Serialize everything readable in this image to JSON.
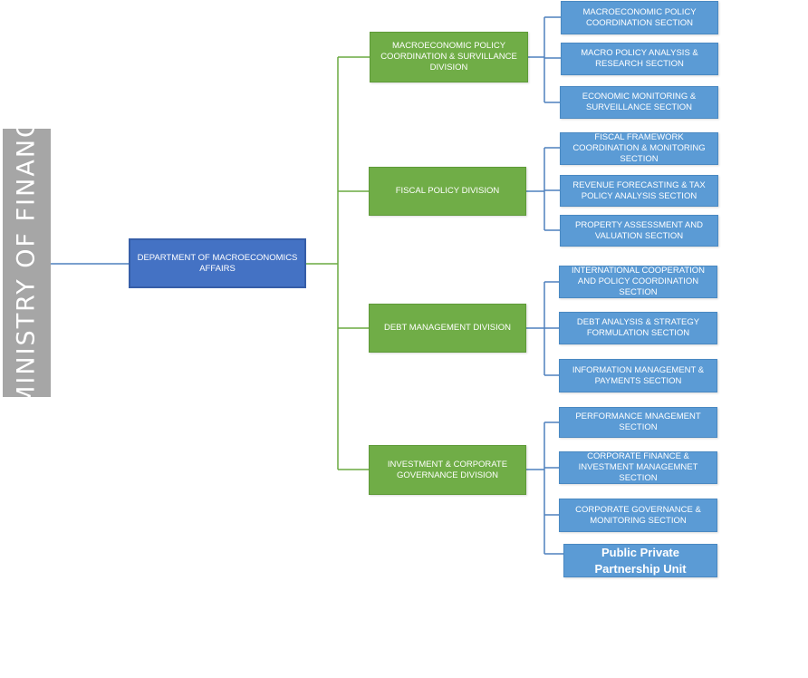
{
  "ministry": {
    "label": "MINISTRY OF FINANC"
  },
  "department": {
    "label": "DEPARTMENT OF MACROECONOMICS AFFAIRS"
  },
  "divisions": [
    {
      "label": "MACROECONOMIC POLICY COORDINATION & SURVILLANCE DIVISION"
    },
    {
      "label": "FISCAL POLICY DIVISION"
    },
    {
      "label": "DEBT MANAGEMENT DIVISION"
    },
    {
      "label": "INVESTMENT & CORPORATE GOVERNANCE DIVISION"
    }
  ],
  "sections": [
    {
      "label": "MACROECONOMIC POLICY COORDINATION SECTION"
    },
    {
      "label": "MACRO POLICY ANALYSIS & RESEARCH SECTION"
    },
    {
      "label": "ECONOMIC MONITORING & SURVEILLANCE SECTION"
    },
    {
      "label": "FISCAL FRAMEWORK COORDINATION & MONITORING SECTION"
    },
    {
      "label": "REVENUE FORECASTING & TAX POLICY ANALYSIS SECTION"
    },
    {
      "label": "PROPERTY ASSESSMENT AND VALUATION SECTION"
    },
    {
      "label": "INTERNATIONAL COOPERATION AND POLICY COORDINATION SECTION"
    },
    {
      "label": "DEBT ANALYSIS & STRATEGY FORMULATION SECTION"
    },
    {
      "label": "INFORMATION MANAGEMENT & PAYMENTS SECTION"
    },
    {
      "label": "PERFORMANCE MNAGEMENT SECTION"
    },
    {
      "label": "CORPORATE FINANCE & INVESTMENT MANAGEMNET SECTION"
    },
    {
      "label": "CORPORATE GOVERNANCE & MONITORING SECTION"
    },
    {
      "label": "Public Private Partnership Unit"
    }
  ],
  "colors": {
    "department": "#4472c4",
    "division": "#70ad47",
    "section": "#5b9bd5",
    "ministry": "#a6a6a6"
  }
}
